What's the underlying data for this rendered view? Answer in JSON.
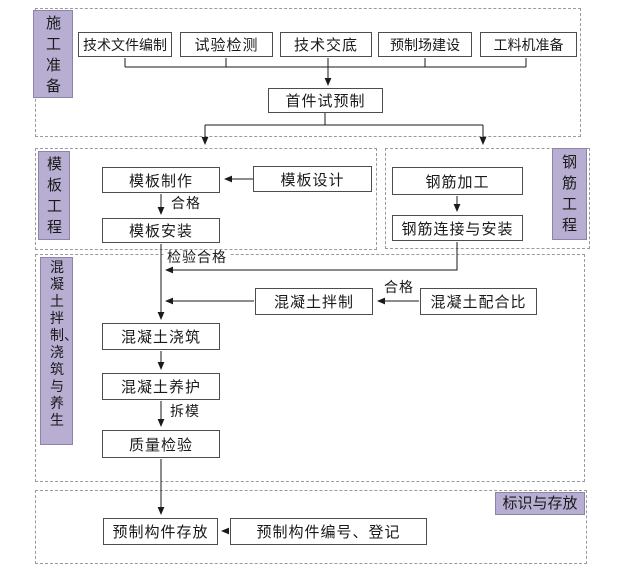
{
  "colors": {
    "label_bg": "#b7aed2",
    "label_border": "#8d84ad",
    "box_border": "#4d4d4d",
    "dash_border": "#9a9a9a",
    "arrow": "#1a1a1a"
  },
  "sections": {
    "preparation": {
      "label": "施工准备"
    },
    "formwork": {
      "label": "模板工程"
    },
    "rebar": {
      "label": "钢筋工程"
    },
    "concrete": {
      "label": "混凝土拌制、浇筑与养生"
    },
    "storage": {
      "label": "标识与存放"
    }
  },
  "nodes": {
    "tech_docs": "技术文件编制",
    "test_inspection": "试验检测",
    "tech_disclosure": "技术交底",
    "precast_yard": "预制场建设",
    "materials_ready": "工料机准备",
    "first_trial": "首件试预制",
    "formwork_make": "模板制作",
    "formwork_design": "模板设计",
    "formwork_install": "模板安装",
    "rebar_process": "钢筋加工",
    "rebar_connect": "钢筋连接与安装",
    "concrete_mix": "混凝土拌制",
    "concrete_ratio": "混凝土配合比",
    "concrete_pour": "混凝土浇筑",
    "concrete_cure": "混凝土养护",
    "quality_check": "质量检验",
    "component_storage": "预制构件存放",
    "component_numbering": "预制构件编号、登记"
  },
  "edge_labels": {
    "formwork_qualified": "合格",
    "inspection_passed": "检验合格",
    "mix_qualified": "合格",
    "demould": "拆模"
  }
}
